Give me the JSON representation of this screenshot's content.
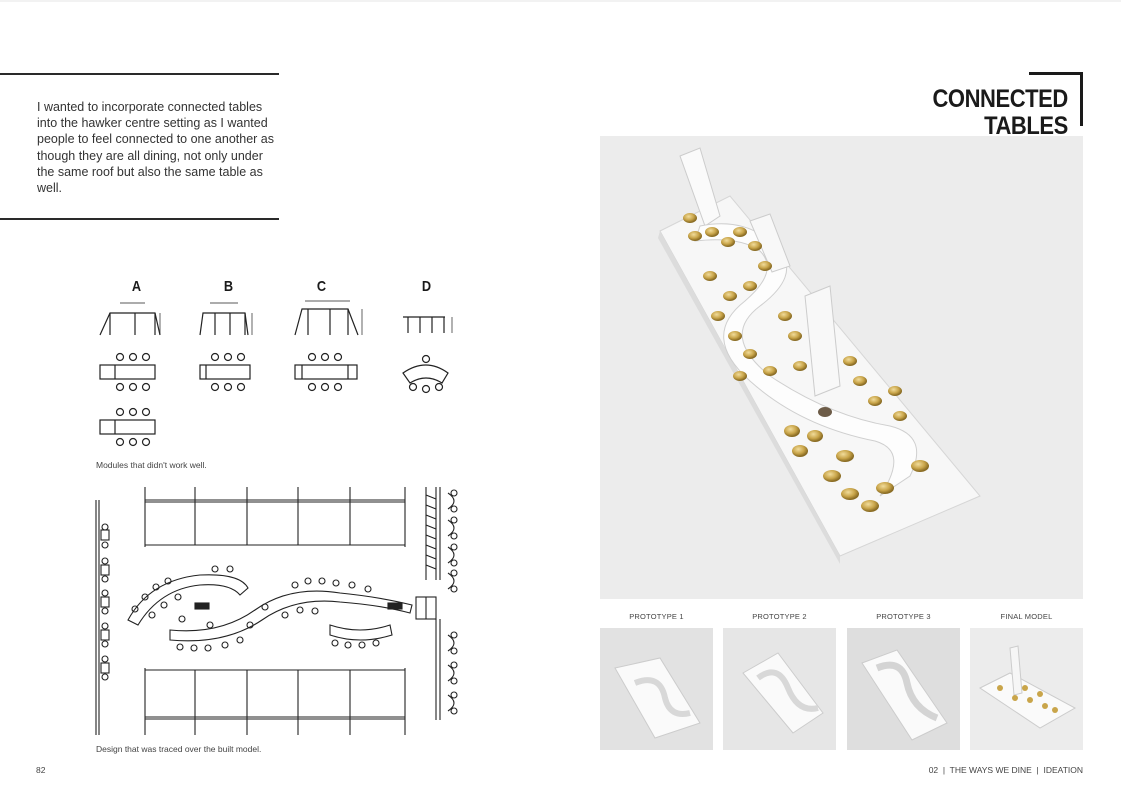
{
  "intro": {
    "text": "I wanted to incorporate connected tables into the hawker centre setting as I wanted people to feel connected to one another as though they are all dining, not only under the same roof but also the same table as well."
  },
  "title": {
    "line1": "CONNECTED",
    "line2": "TABLES"
  },
  "modules": {
    "labels": [
      "A",
      "B",
      "C",
      "D"
    ],
    "caption": "Modules that didn't work well."
  },
  "plan": {
    "caption": "Design that was traced over the built model."
  },
  "prototypes": {
    "labels": [
      "PROTOTYPE 1",
      "PROTOTYPE 2",
      "PROTOTYPE 3",
      "FINAL MODEL"
    ]
  },
  "footer": {
    "page_number": "82",
    "section": "02  |  THE WAYS WE DINE  |  IDEATION"
  }
}
